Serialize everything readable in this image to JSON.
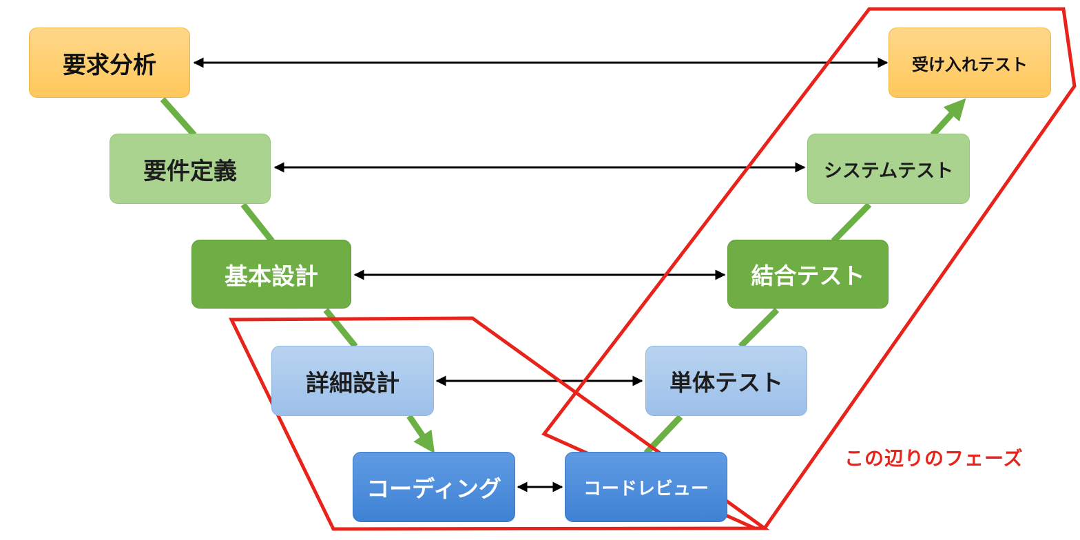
{
  "left_phases": {
    "requirements_analysis": "要求分析",
    "requirements_definition": "要件定義",
    "basic_design": "基本設計",
    "detailed_design": "詳細設計",
    "coding": "コーディング"
  },
  "right_phases": {
    "acceptance_test": "受け入れテスト",
    "system_test": "システムテスト",
    "integration_test": "結合テスト",
    "unit_test": "単体テスト",
    "code_review": "コードレビュー"
  },
  "annotation": {
    "caption": "この辺りのフェーズ"
  },
  "colors": {
    "orange": "#ffc85c",
    "light_green": "#a9d38f",
    "dark_green": "#6fae45",
    "light_blue": "#9cc0ea",
    "dark_blue": "#3f82d4",
    "flow_green": "#6bb044",
    "highlight_red": "#e8231c"
  }
}
